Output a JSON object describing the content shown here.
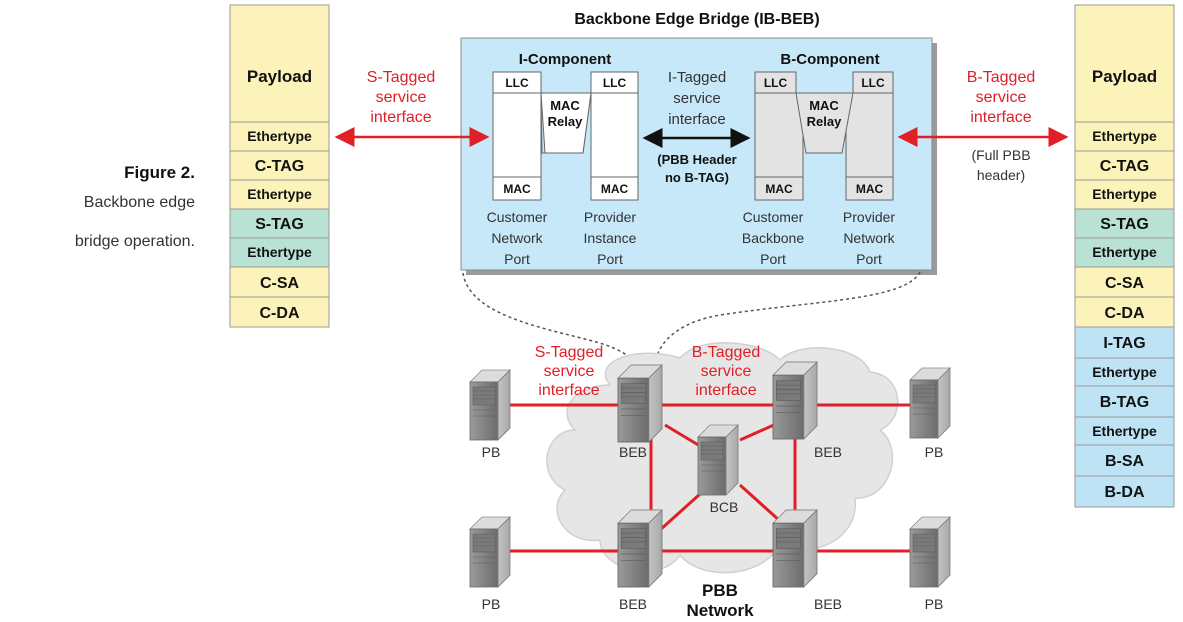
{
  "caption": {
    "figure_label": "Figure 2.",
    "lines": [
      "Backbone edge",
      "bridge operation."
    ]
  },
  "bridge": {
    "title": "Backbone Edge Bridge (IB-BEB)",
    "i_component": {
      "title": "I-Component",
      "llc_left": "LLC",
      "llc_right": "LLC",
      "relay": [
        "MAC",
        "Relay"
      ],
      "mac_left": "MAC",
      "mac_right": "MAC",
      "port_left": [
        "Customer",
        "Network",
        "Port"
      ],
      "port_right": [
        "Provider",
        "Instance",
        "Port"
      ]
    },
    "b_component": {
      "title": "B-Component",
      "llc_left": "LLC",
      "llc_right": "LLC",
      "relay": [
        "MAC",
        "Relay"
      ],
      "mac_left": "MAC",
      "mac_right": "MAC",
      "port_left": [
        "Customer",
        "Backbone",
        "Port"
      ],
      "port_right": [
        "Provider",
        "Network",
        "Port"
      ]
    },
    "i_tagged_interface": [
      "I-Tagged",
      "service",
      "interface"
    ],
    "pbb_note": [
      "(PBB Header",
      "no B-TAG)"
    ]
  },
  "left_frame": {
    "fields": [
      {
        "label": "Payload",
        "color": "#fbf3b9"
      },
      {
        "label": "Ethertype",
        "color": "#fbf3b9"
      },
      {
        "label": "C-TAG",
        "color": "#fbf3b9"
      },
      {
        "label": "Ethertype",
        "color": "#fbf3b9"
      },
      {
        "label": "S-TAG",
        "color": "#b9e2d4"
      },
      {
        "label": "Ethertype",
        "color": "#b9e2d4"
      },
      {
        "label": "C-SA",
        "color": "#fbf3b9"
      },
      {
        "label": "C-DA",
        "color": "#fbf3b9"
      }
    ]
  },
  "right_frame": {
    "fields": [
      {
        "label": "Payload",
        "color": "#fbf3b9"
      },
      {
        "label": "Ethertype",
        "color": "#fbf3b9"
      },
      {
        "label": "C-TAG",
        "color": "#fbf3b9"
      },
      {
        "label": "Ethertype",
        "color": "#fbf3b9"
      },
      {
        "label": "S-TAG",
        "color": "#b9e2d4"
      },
      {
        "label": "Ethertype",
        "color": "#b9e2d4"
      },
      {
        "label": "C-SA",
        "color": "#fbf3b9"
      },
      {
        "label": "C-DA",
        "color": "#fbf3b9"
      },
      {
        "label": "I-TAG",
        "color": "#bde3f4"
      },
      {
        "label": "Ethertype",
        "color": "#bde3f4"
      },
      {
        "label": "B-TAG",
        "color": "#bde3f4"
      },
      {
        "label": "Ethertype",
        "color": "#bde3f4"
      },
      {
        "label": "B-SA",
        "color": "#bde3f4"
      },
      {
        "label": "B-DA",
        "color": "#bde3f4"
      }
    ]
  },
  "s_tagged_interface": [
    "S-Tagged",
    "service",
    "interface"
  ],
  "b_tagged_interface": [
    "B-Tagged",
    "service",
    "interface"
  ],
  "full_pbb_note": [
    "(Full PBB",
    "header)"
  ],
  "network": {
    "s_tagged_label": [
      "S-Tagged",
      "service",
      "interface"
    ],
    "b_tagged_label": [
      "B-Tagged",
      "service",
      "interface"
    ],
    "nodes": {
      "pb_top_left": "PB",
      "beb_top_left": "BEB",
      "bcb": "BCB",
      "beb_top_right": "BEB",
      "pb_top_right": "PB",
      "pb_bottom_left": "PB",
      "beb_bottom_left": "BEB",
      "beb_bottom_right": "BEB",
      "pb_bottom_right": "PB"
    },
    "title": [
      "PBB",
      "Network"
    ]
  },
  "colors": {
    "bridge_fill": "#c6e8f8",
    "frame_yellow": "#fbf3b9",
    "frame_green": "#b9e2d4",
    "frame_blue": "#bde3f4",
    "link_red": "#e01f26",
    "label_red": "#e01f26",
    "component_gray": "#e3e3e3",
    "cloud": "#e6e6e6"
  }
}
